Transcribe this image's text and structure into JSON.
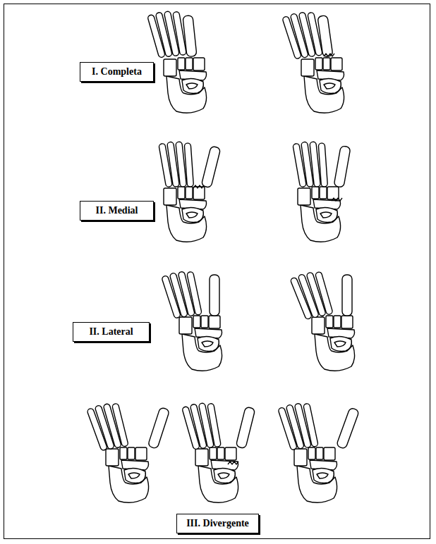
{
  "diagram": {
    "nodes": [
      {
        "text": [
          "I. Completa"
        ]
      },
      {
        "text": [
          "II. Medial"
        ]
      },
      {
        "text": [
          "II. Lateral"
        ]
      },
      {
        "text": [
          "III. Divergente"
        ]
      }
    ]
  }
}
